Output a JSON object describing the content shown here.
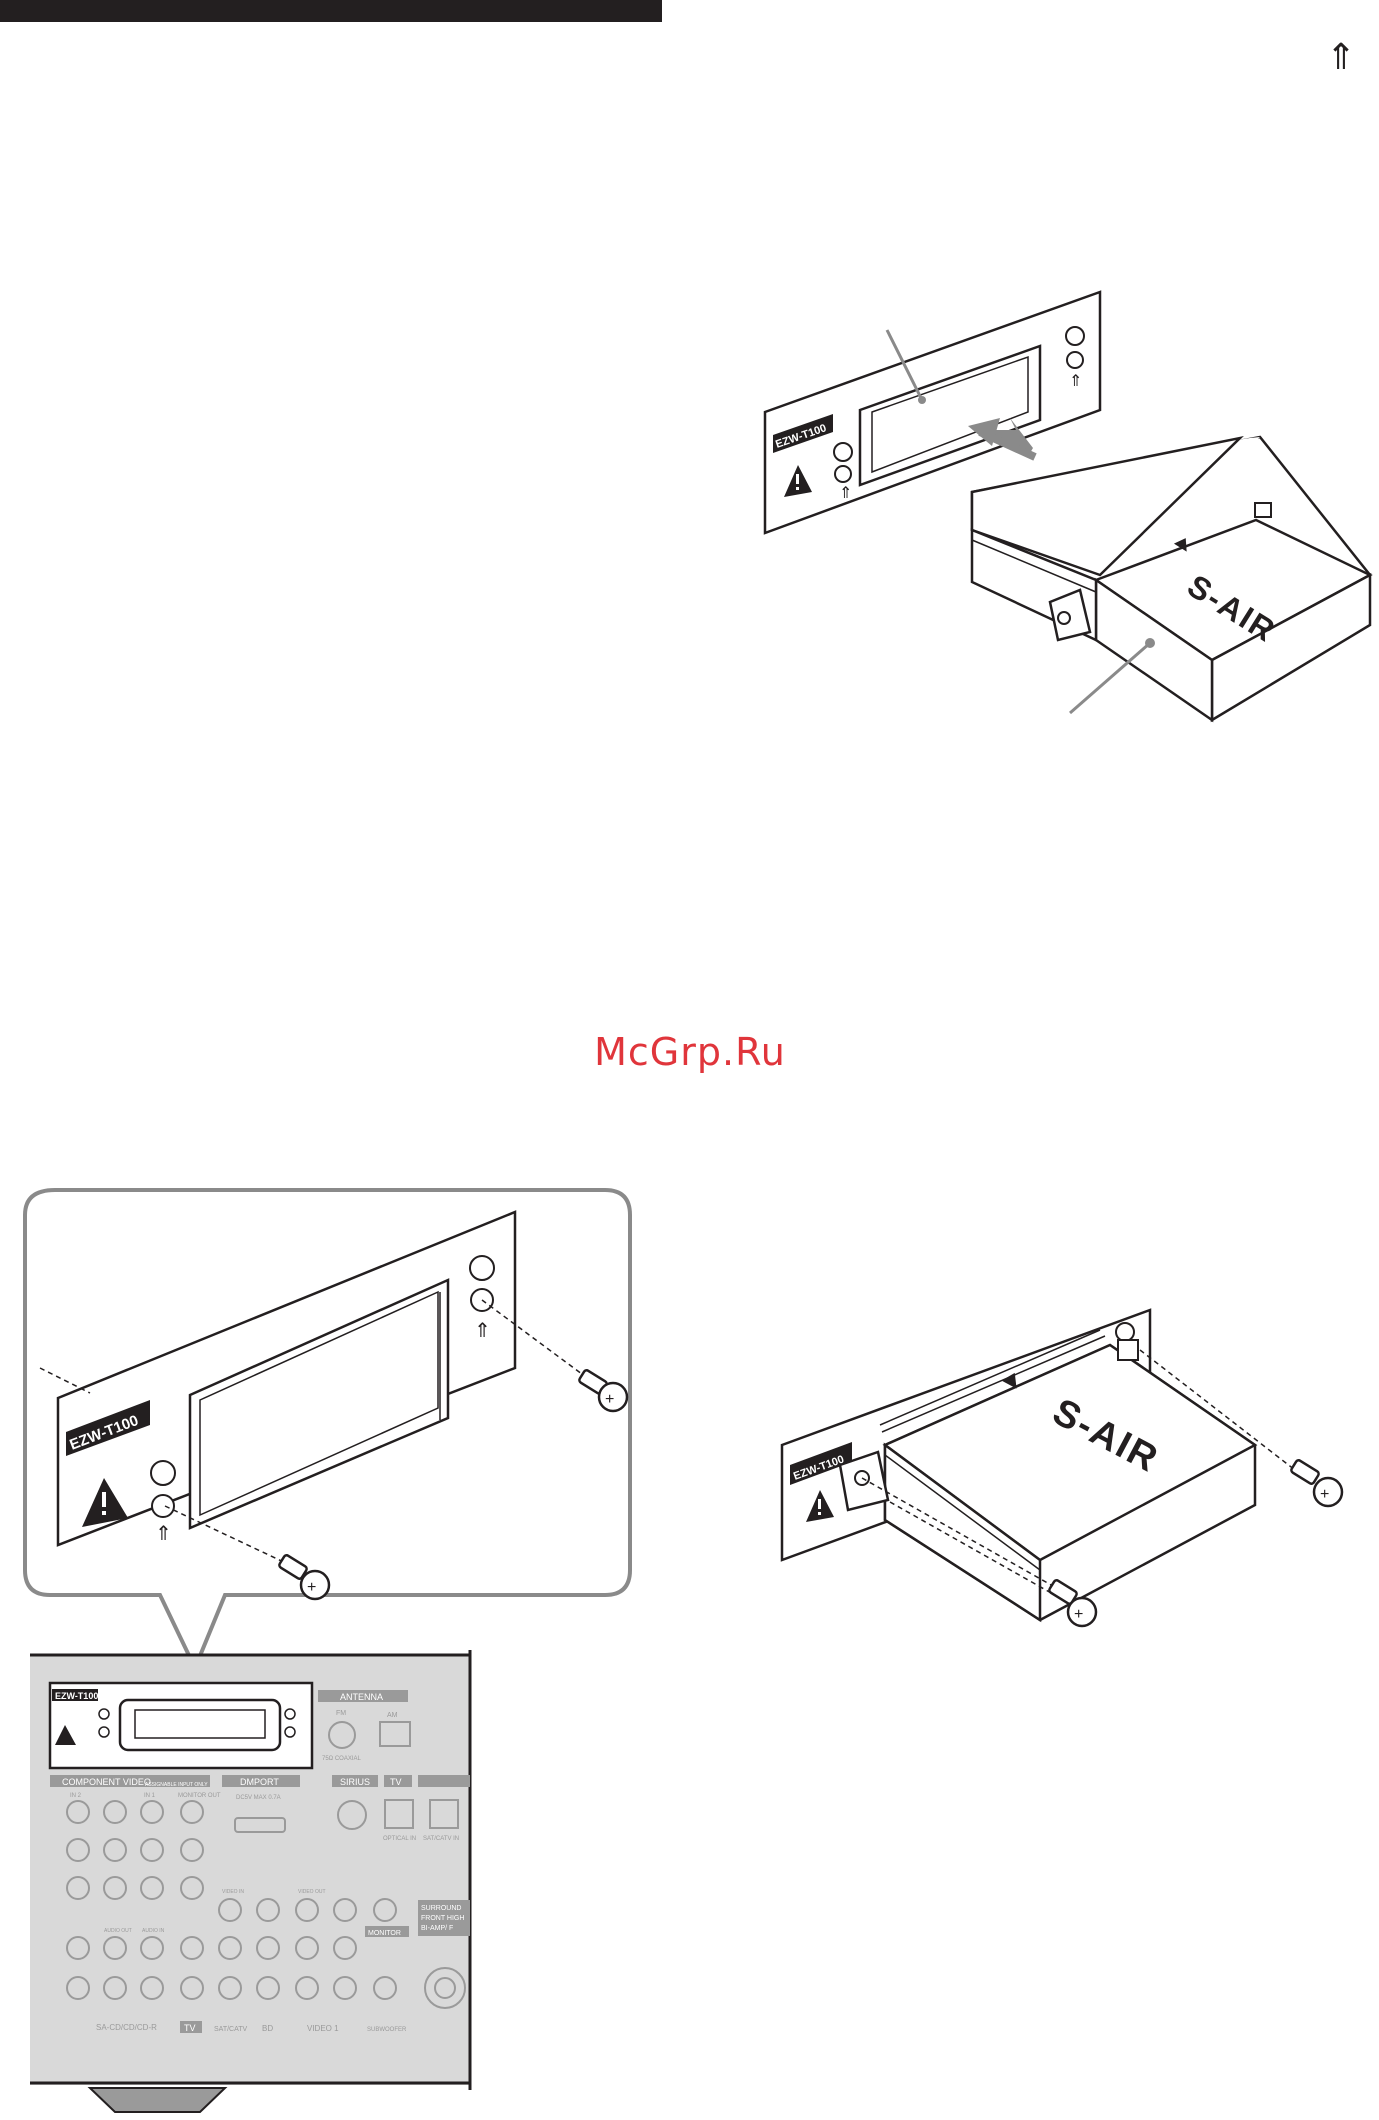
{
  "page": {
    "watermark": "McGrp.Ru",
    "corner_mark": "⇑"
  },
  "module_label": "EZW-T100",
  "brand_mark": "S-AIR",
  "receiver_panel": {
    "antenna": "ANTENNA",
    "fm": "FM",
    "coaxial": "75Ω COAXIAL",
    "am": "AM",
    "component_video": "COMPONENT VIDEO",
    "assignable": "ASSIGNABLE INPUT ONLY",
    "dmport": "DMPORT",
    "dmport_spec": "DC5V MAX 0.7A",
    "sirius": "SIRIUS",
    "tv": "TV",
    "optical_in": "OPTICAL IN",
    "sat_catv_in": "SAT/CATV IN",
    "surround_l1": "SURROUND",
    "surround_l2": "FRONT HIGH",
    "surround_l3": "BI-AMP/ F",
    "monitor": "MONITOR",
    "bottom_labels": [
      "SA-CD/CD/CD-R",
      "TV",
      "SAT/CATV",
      "BD",
      "VIDEO 1",
      "SUBWOOFER"
    ],
    "audio_out": "AUDIO OUT",
    "audio_in": "AUDIO IN",
    "video_in": "VIDEO IN",
    "video_out": "VIDEO OUT",
    "in2": "IN 2",
    "in1": "IN 1",
    "monitor_out": "MONITOR OUT"
  },
  "icons": {
    "warning": "warning-triangle-icon",
    "screw": "screw-icon",
    "arrow": "insert-arrow-icon"
  },
  "colors": {
    "ink": "#231f20",
    "watermark": "#e0353b",
    "panel_gray": "#d9d9d9",
    "callout_gray": "#8a8a8a"
  }
}
